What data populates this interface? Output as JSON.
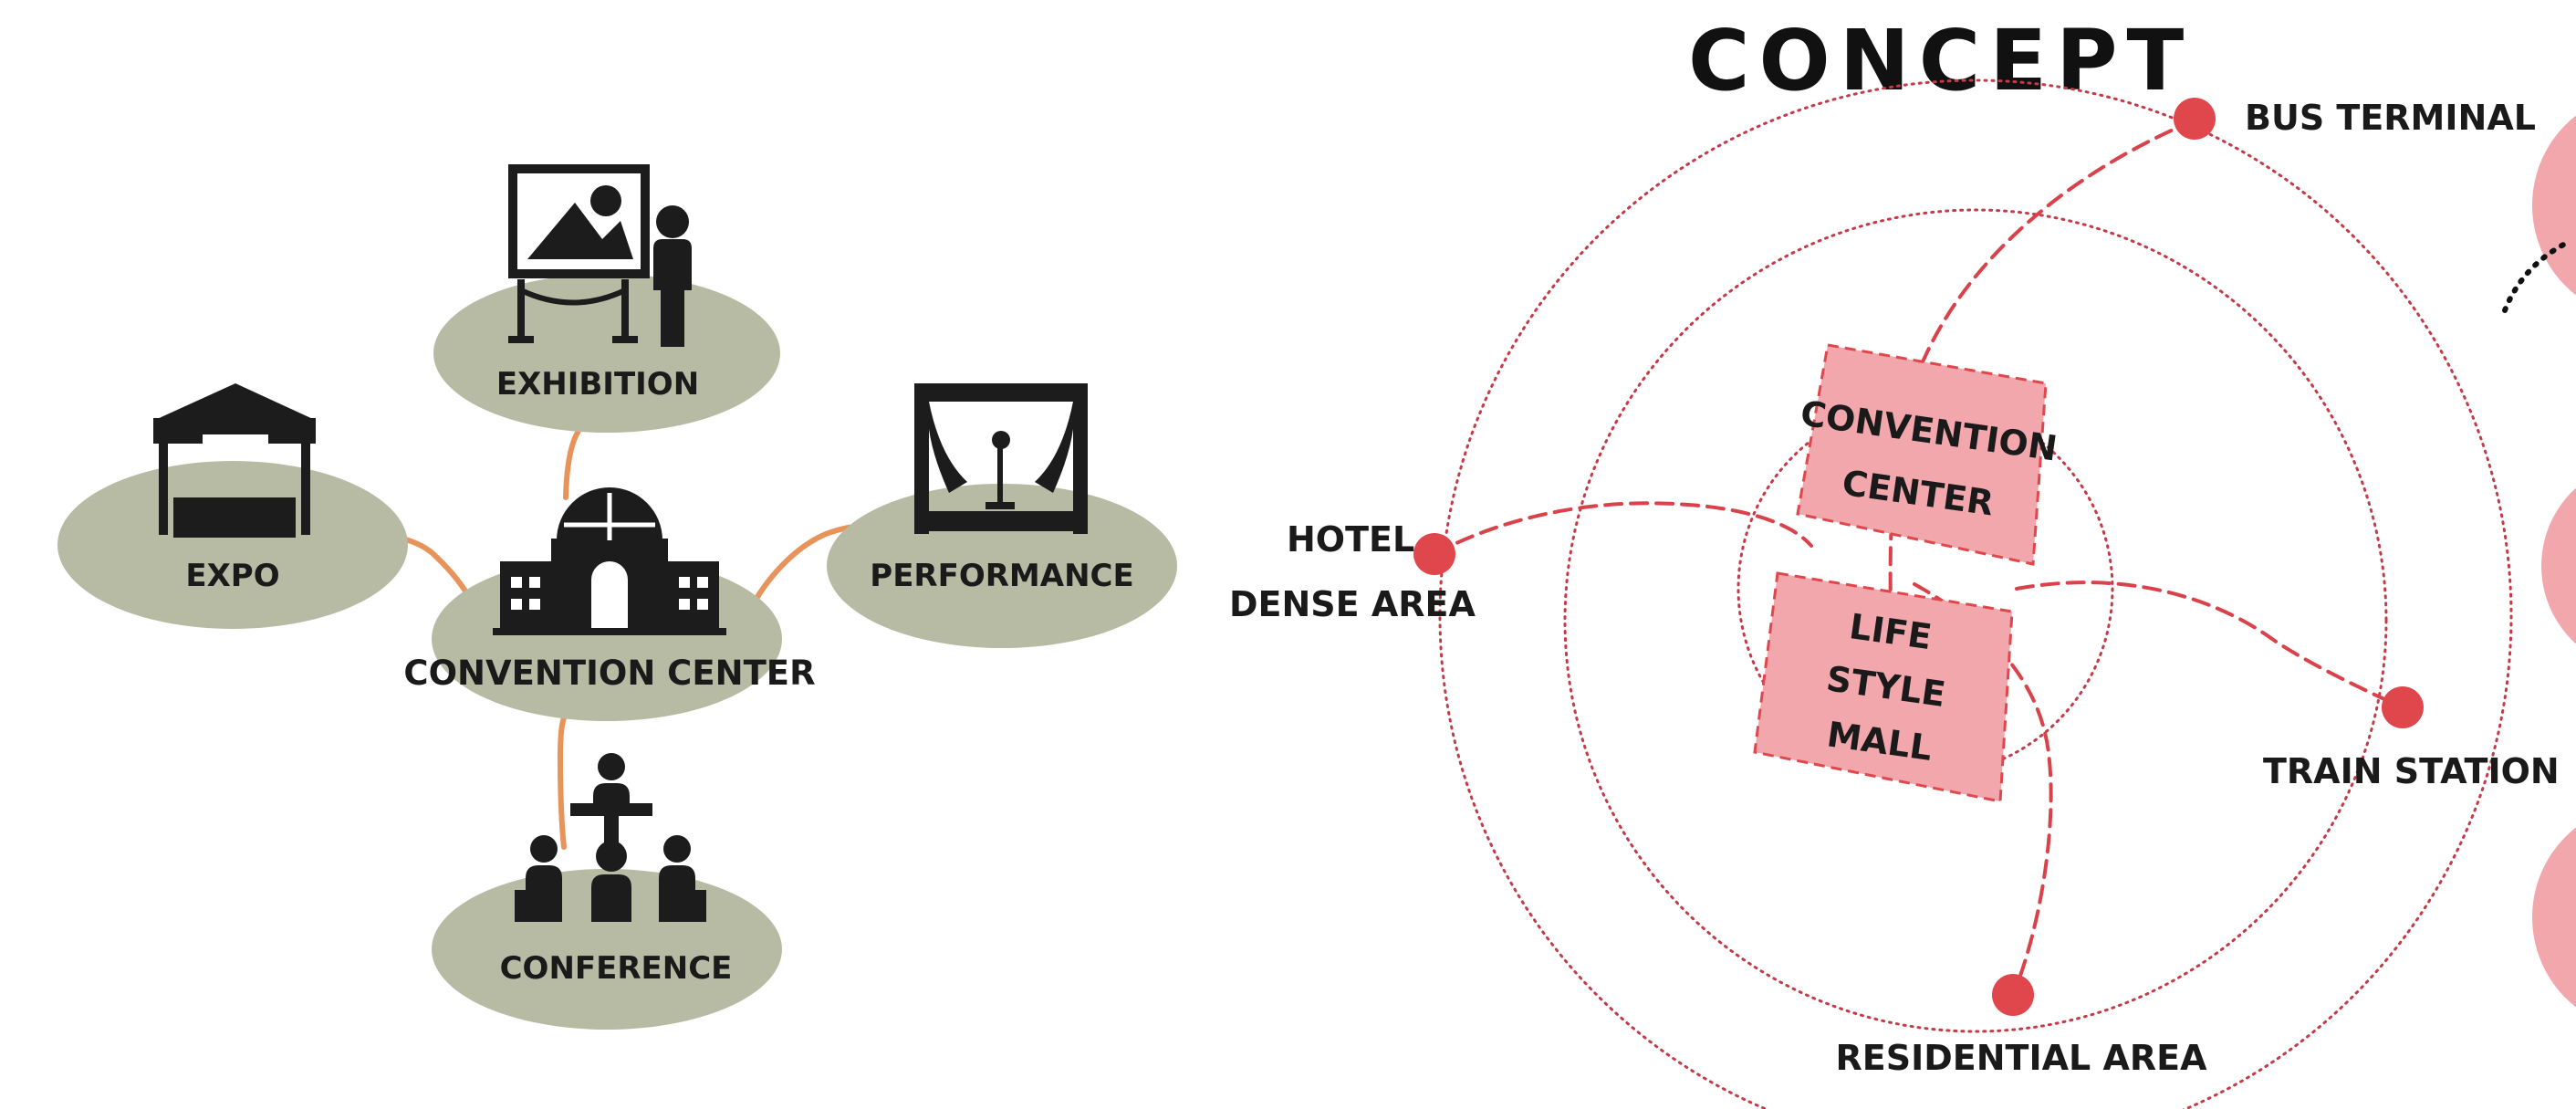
{
  "title": "CONCEPT",
  "colors": {
    "node_fill": "#b8bba4",
    "connector": "#e8935a",
    "icon": "#1c1c1c",
    "dot": "#e0474c",
    "box_fill": "#f2a7ad",
    "box_stroke": "#e0474c",
    "ring": "#c43a48",
    "route": "#d9424b"
  },
  "left_diagram": {
    "center": {
      "label": "CONVENTION CENTER",
      "icon": "building-icon"
    },
    "nodes": [
      {
        "id": "exhibition",
        "label": "EXHIBITION",
        "icon": "exhibition-icon"
      },
      {
        "id": "expo",
        "label": "EXPO",
        "icon": "tent-icon"
      },
      {
        "id": "performance",
        "label": "PERFORMANCE",
        "icon": "stage-icon"
      },
      {
        "id": "conference",
        "label": "CONFERENCE",
        "icon": "meeting-icon"
      }
    ]
  },
  "right_diagram": {
    "boxes": [
      {
        "lines": [
          "CONVENTION",
          "CENTER"
        ]
      },
      {
        "lines": [
          "LIFE",
          "STYLE",
          "MALL"
        ]
      }
    ],
    "destinations": [
      {
        "id": "bus",
        "lines": [
          "BUS TERMINAL"
        ]
      },
      {
        "id": "hotel",
        "lines": [
          "HOTEL",
          "DENSE AREA"
        ]
      },
      {
        "id": "train",
        "lines": [
          "TRAIN STATION"
        ]
      },
      {
        "id": "residential",
        "lines": [
          "RESIDENTIAL AREA"
        ]
      }
    ]
  }
}
